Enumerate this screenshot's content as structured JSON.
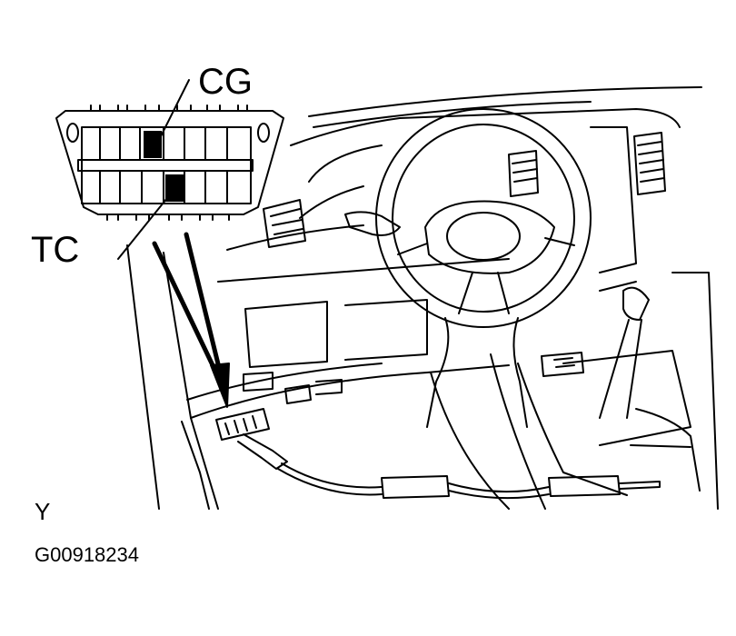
{
  "labels": {
    "cg": "CG",
    "tc": "TC",
    "view": "Y",
    "figure_id": "G00918234"
  },
  "connector": {
    "highlighted_terminals": [
      "CG",
      "TC"
    ]
  },
  "colors": {
    "ink": "#000000",
    "background": "#ffffff"
  }
}
